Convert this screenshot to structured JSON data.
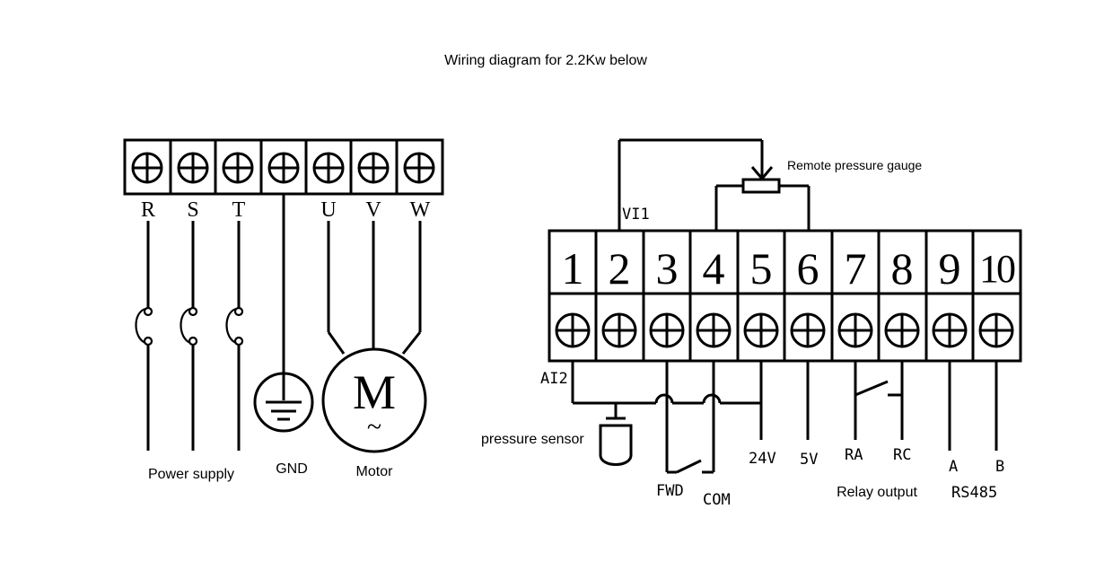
{
  "title": "Wiring diagram for 2.2Kw below",
  "power_block": {
    "terminals": [
      "R",
      "S",
      "T",
      "U",
      "V",
      "W"
    ],
    "motor_symbol": "M",
    "motor_tilde": "~",
    "labels": {
      "power_supply": "Power supply",
      "gnd": "GND",
      "motor": "Motor"
    }
  },
  "control_block": {
    "numbers": [
      "1",
      "2",
      "3",
      "4",
      "5",
      "6",
      "7",
      "8",
      "9",
      "10"
    ],
    "remote_pressure_gauge": "Remote pressure gauge",
    "vi1": "VI1",
    "ai2": "AI2",
    "pressure_sensor": "pressure sensor",
    "fwd": "FWD",
    "com": "COM",
    "v24": "24V",
    "v5": "5V",
    "ra": "RA",
    "rc": "RC",
    "relay_output": "Relay output",
    "a": "A",
    "b": "B",
    "rs485": "RS485"
  }
}
